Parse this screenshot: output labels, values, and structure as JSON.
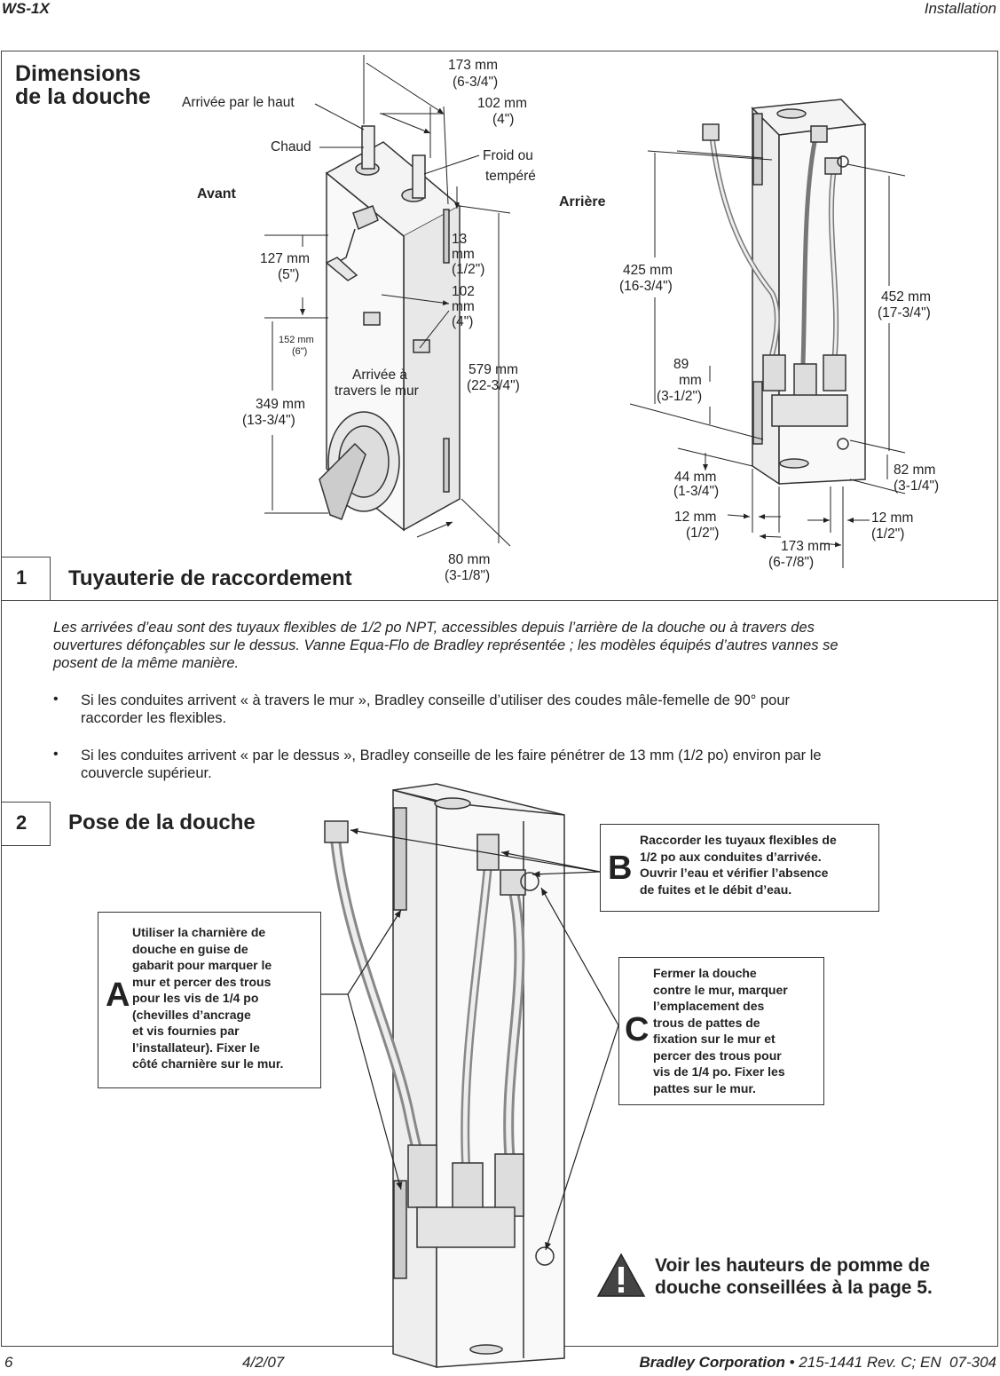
{
  "header": {
    "left": "WS-1X",
    "right": "Installation"
  },
  "dimensions": {
    "title_line1": "Dimensions",
    "title_line2": "de la douche",
    "front_label": "Avant",
    "back_label": "Arrière",
    "top_inlet": "Arrivée par le haut",
    "hot": "Chaud",
    "cold_line1": "Froid ou",
    "cold_line2": "tempéré",
    "wall_inlet_line1": "Arrivée à",
    "wall_inlet_line2": "travers le mur",
    "d173_top_mm": "173 mm",
    "d173_top_in": "(6-3/4\")",
    "d102_top_mm": "102 mm",
    "d102_top_in": "(4\")",
    "d13_a": "13",
    "d13_b": "mm",
    "d13_in": "(1/2\")",
    "d102_mid_a": "102",
    "d102_mid_b": "mm",
    "d102_mid_in": "(4\")",
    "d127_mm": "127 mm",
    "d127_in": "(5\")",
    "d152_mm": "152 mm",
    "d152_in": "(6\")",
    "d349_mm": "349 mm",
    "d349_in": "(13-3/4\")",
    "d579_mm": "579 mm",
    "d579_in": "(22-3/4\")",
    "d80_mm": "80 mm",
    "d80_in": "(3-1/8\")",
    "d425_mm": "425 mm",
    "d425_in": "(16-3/4\")",
    "d89_a": "89",
    "d89_b": "mm",
    "d89_in": "(3-1/2\")",
    "d452_mm": "452 mm",
    "d452_in": "(17-3/4\")",
    "d44_mm": "44 mm",
    "d44_in": "(1-3/4\")",
    "d82_mm": "82 mm",
    "d82_in": "(3-1/4\")",
    "d12l_mm": "12 mm",
    "d12l_in": "(1/2\")",
    "d12r_mm": "12 mm",
    "d12r_in": "(1/2\")",
    "d173_bot_mm": "173 mm",
    "d173_bot_in": "(6-7/8\")"
  },
  "step1": {
    "number": "1",
    "title": "Tuyauterie de raccordement",
    "intro": [
      "Les arrivées d’eau sont des tuyaux flexibles de 1/2 po NPT, accessibles depuis l’arrière de la douche ou à travers des",
      "ouvertures défonçables sur le dessus. Vanne Equa-Flo de Bradley représentée ; les modèles équipés d’autres vannes se",
      "posent de la même manière."
    ],
    "bullet1": [
      "Si les conduites arrivent « à travers le mur », Bradley conseille d’utiliser des coudes mâle-femelle de 90° pour",
      "raccorder les flexibles."
    ],
    "bullet2": [
      "Si les conduites arrivent « par le dessus », Bradley conseille de les faire pénétrer de 13 mm (1/2 po) environ par le",
      "couvercle supérieur."
    ],
    "bullet_symbol": "•"
  },
  "step2": {
    "number": "2",
    "title": "Pose de la douche",
    "callout_a": {
      "letter": "A",
      "lines": [
        "Utiliser la charnière de",
        "douche en guise de",
        "gabarit pour marquer le",
        "mur et percer des trous",
        "pour les vis de 1/4 po",
        "(chevilles d’ancrage",
        "et vis fournies par",
        "l’installateur). Fixer le",
        "côté charnière sur le mur."
      ]
    },
    "callout_b": {
      "letter": "B",
      "lines": [
        "Raccorder les tuyaux flexibles de",
        "1/2 po aux conduites d’arrivée.",
        "Ouvrir l’eau et vérifier l’absence",
        "de fuites et le débit d’eau."
      ]
    },
    "callout_c": {
      "letter": "C",
      "lines": [
        "Fermer la douche",
        "contre le mur, marquer",
        "l’emplacement des",
        "trous de pattes de",
        "fixation sur le mur et",
        "percer des trous pour",
        "vis de 1/4 po. Fixer les",
        "pattes sur le mur."
      ]
    },
    "warning": [
      "Voir les hauteurs de pomme de",
      "douche conseillées à la page 5."
    ]
  },
  "footer": {
    "page": "6",
    "date": "4/2/07",
    "company": "Bradley Corporation",
    "doc": " • 215-1441 Rev. C; EN  07-304"
  }
}
